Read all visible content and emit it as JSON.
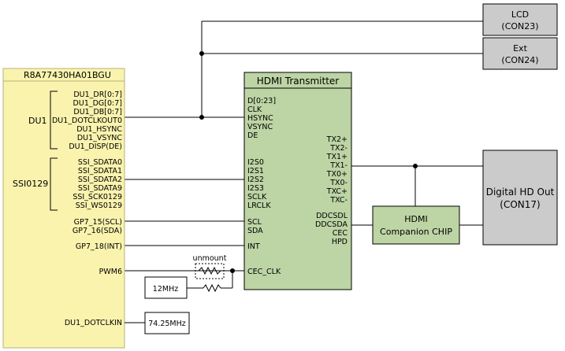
{
  "soc": {
    "title": "R8A77430HA01BGU",
    "groups": {
      "du1": "DU1",
      "ssi": "SSI0129"
    },
    "pins": {
      "du1_dr": "DU1_DR[0:7]",
      "du1_dg": "DU1_DG[0:7]",
      "du1_db": "DU1_DB[0:7]",
      "du1_dotclkout0": "DU1_DOTCLKOUT0",
      "du1_hsync": "DU1_HSYNC",
      "du1_vsync": "DU1_VSYNC",
      "du1_disp": "DU1_DISP(DE)",
      "ssi_sdata0": "SSI_SDATA0",
      "ssi_sdata1": "SSI_SDATA1",
      "ssi_sdata2": "SSI_SDATA2",
      "ssi_sdata9": "SSI_SDATA9",
      "ssi_sck0129": "SSI_SCK0129",
      "ssi_ws0129": "SSI_WS0129",
      "gp7_15": "GP7_15(SCL)",
      "gp7_16": "GP7_16(SDA)",
      "gp7_18": "GP7_18(INT)",
      "pwm6": "PWM6",
      "du1_dotclkin": "DU1_DOTCLKIN"
    }
  },
  "hdmi_tx": {
    "title": "HDMI Transmitter",
    "left_pins": {
      "d": "D[0:23]",
      "clk": "CLK",
      "hsync": "HSYNC",
      "vsync": "VSYNC",
      "de": "DE",
      "i2s0": "I2S0",
      "i2s1": "I2S1",
      "i2s2": "I2S2",
      "i2s3": "I2S3",
      "sclk": "SCLK",
      "lrclk": "LRCLK",
      "scl": "SCL",
      "sda": "SDA",
      "int": "INT",
      "cec_clk": "CEC_CLK"
    },
    "right_pins": {
      "tx2p": "TX2+",
      "tx2m": "TX2-",
      "tx1p": "TX1+",
      "tx1m": "TX1-",
      "tx0p": "TX0+",
      "tx0m": "TX0-",
      "txcp": "TXC+",
      "txcm": "TXC-",
      "ddcsdl": "DDCSDL",
      "ddcsda": "DDCSDA",
      "cec": "CEC",
      "hpd": "HPD"
    }
  },
  "companion": {
    "line1": "HDMI",
    "line2": "Companion CHIP"
  },
  "lcd": {
    "line1": "LCD",
    "line2": "(CON23)"
  },
  "ext": {
    "line1": "Ext",
    "line2": "(CON24)"
  },
  "hd_out": {
    "line1": "Digital HD Out",
    "line2": "(CON17)"
  },
  "unmount_label": "unmount",
  "osc_12": "12MHz",
  "osc_74": "74.25MHz",
  "colors": {
    "soc_fill": "#faf3ae",
    "soc_stroke": "#b8b07a",
    "hdmi_fill": "#bdd4a4",
    "conn_fill": "#cbcbcb",
    "wire": "#000000"
  }
}
